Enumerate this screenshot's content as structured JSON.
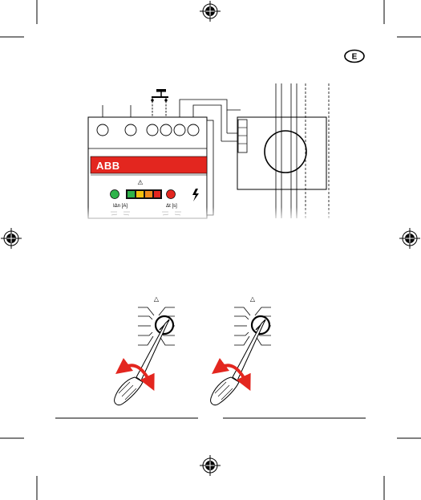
{
  "language_badge": "E",
  "device": {
    "brand": "ABB",
    "leakage_setting_label": "IΔn [A]",
    "delay_setting_label": "Δt [s]",
    "warning_symbol": "⚠",
    "led_colors": {
      "green": "#2fb34a",
      "yellow": "#f2c10f",
      "orange": "#f08a1c",
      "red": "#e3261f"
    },
    "brand_color": "#e3261f"
  },
  "adjustment": {
    "warning_symbol": "△",
    "arrow_color": "#e3261f",
    "icons": [
      "screwdriver-icon",
      "rotate-arrow-icon",
      "registration-mark-icon"
    ]
  }
}
